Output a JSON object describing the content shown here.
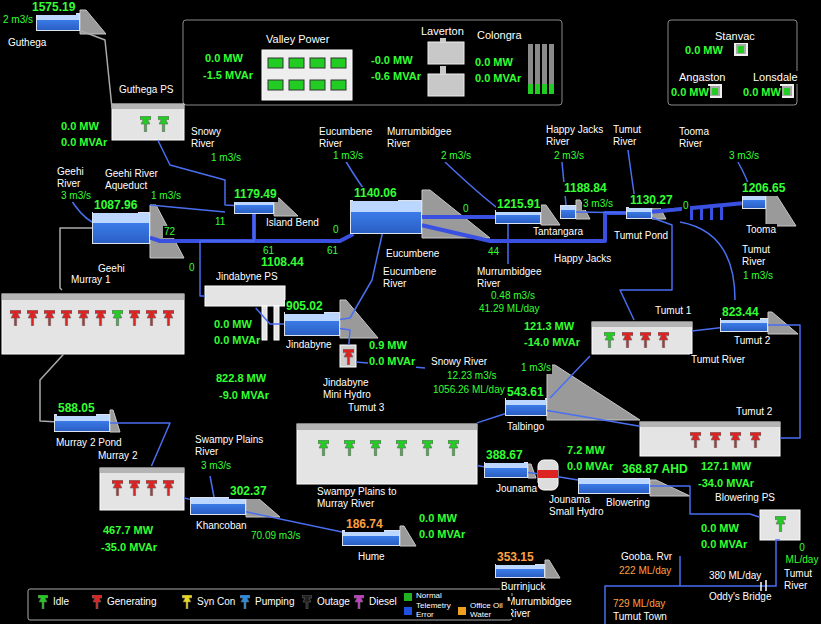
{
  "diagram": {
    "nodes": [
      {
        "text": [
          "1575.19",
          "Guthega"
        ]
      },
      {
        "text": [
          "Valley Power",
          "0.0 MW",
          "-1.5 MVAr"
        ]
      },
      {
        "text": [
          "Laverton",
          "-0.0 MW",
          "-0.6 MVAr"
        ]
      },
      {
        "text": [
          "Colongra",
          "0.0 MW",
          "0.0 MVAr"
        ]
      },
      {
        "text": [
          "Stanvac",
          "0.0 MW"
        ]
      },
      {
        "text": [
          "Angaston",
          "0.0 MW"
        ]
      },
      {
        "text": [
          "Lonsdale",
          "0.0 MW"
        ]
      },
      {
        "text": [
          "Guthega PS",
          "0.0 MW",
          "0.0 MVAr"
        ]
      },
      {
        "text": [
          "1179.49",
          "Island Bend"
        ]
      },
      {
        "text": [
          "1140.06",
          "Eucumbene"
        ]
      },
      {
        "text": [
          "1215.91",
          "Tantangara"
        ]
      },
      {
        "text": [
          "1188.84",
          "Happy Jacks"
        ]
      },
      {
        "text": [
          "1130.27",
          "Tumut Pond"
        ]
      },
      {
        "text": [
          "1206.65",
          "Tooma"
        ]
      },
      {
        "text": [
          "1087.96",
          "Geehi"
        ]
      },
      {
        "text": [
          "1108.44",
          "Jindabyne PS",
          "0.0 MW",
          "0.0 MVAr"
        ]
      },
      {
        "text": [
          "Murray 1",
          "822.8 MW",
          "-9.0 MVAr"
        ]
      },
      {
        "text": [
          "905.02",
          "Jindabyne"
        ]
      },
      {
        "text": [
          "0.9 MW",
          "0.0 MVAr",
          "Jindabyne Mini Hydro"
        ]
      },
      {
        "text": [
          "Tumut 1",
          "121.3 MW",
          "-14.0 MVAr"
        ]
      },
      {
        "text": [
          "823.44",
          "Tumut 2"
        ]
      },
      {
        "text": [
          "588.05",
          "Murray 2 Pond"
        ]
      },
      {
        "text": [
          "Tumut 3",
          "0.0 MW",
          "0.0 MVAr"
        ]
      },
      {
        "text": [
          "543.61",
          "Talbingo"
        ]
      },
      {
        "text": [
          "Tumut 2",
          "127.1 MW",
          "-34.0 MVAr"
        ]
      },
      {
        "text": [
          "Murray 2",
          "467.7 MW",
          "-35.0 MVAr"
        ]
      },
      {
        "text": [
          "302.37",
          "Khancoban"
        ]
      },
      {
        "text": [
          "388.67",
          "Jounama"
        ]
      },
      {
        "text": [
          "7.2 MW",
          "0.0 MVAr",
          "Jounama Small Hydro"
        ]
      },
      {
        "text": [
          "368.87 AHD",
          "Blowering"
        ]
      },
      {
        "text": [
          "Blowering PS",
          "0.0 MW",
          "0.0 MVAr"
        ]
      },
      {
        "text": [
          "186.74",
          "Hume"
        ]
      },
      {
        "text": [
          "353.15",
          "Burrinjuck"
        ]
      }
    ],
    "edges": [
      {
        "from": 0,
        "to": 7,
        "arrow": "none"
      },
      {
        "from": 7,
        "to": 8,
        "arrow": "none"
      },
      {
        "from": 14,
        "to": 8,
        "arrow": "none"
      },
      {
        "from": 8,
        "to": 9,
        "arrow": "none"
      },
      {
        "from": 10,
        "to": 9,
        "arrow": "none"
      },
      {
        "from": 9,
        "to": 12,
        "arrow": "none"
      },
      {
        "from": 11,
        "to": 12,
        "arrow": "none"
      },
      {
        "from": 13,
        "to": 12,
        "arrow": "none"
      },
      {
        "from": 14,
        "to": 16,
        "arrow": "none"
      },
      {
        "from": 8,
        "to": 15,
        "arrow": "none"
      },
      {
        "from": 15,
        "to": 17,
        "arrow": "none"
      },
      {
        "from": 9,
        "to": 17,
        "arrow": "none"
      },
      {
        "from": 17,
        "to": 18,
        "arrow": "none"
      },
      {
        "from": 12,
        "to": 19,
        "arrow": "none"
      },
      {
        "from": 19,
        "to": 20,
        "arrow": "none"
      },
      {
        "from": 20,
        "to": 24,
        "arrow": "none"
      },
      {
        "from": 24,
        "to": 23,
        "arrow": "none"
      },
      {
        "from": 23,
        "to": 22,
        "arrow": "none"
      },
      {
        "from": 22,
        "to": 27,
        "arrow": "none"
      },
      {
        "from": 27,
        "to": 28,
        "arrow": "none"
      },
      {
        "from": 28,
        "to": 29,
        "arrow": "none"
      },
      {
        "from": 29,
        "to": 30,
        "arrow": "none"
      },
      {
        "from": 16,
        "to": 21,
        "arrow": "none"
      },
      {
        "from": 21,
        "to": 25,
        "arrow": "none"
      },
      {
        "from": 25,
        "to": 26,
        "arrow": "none"
      },
      {
        "from": 26,
        "to": 31,
        "arrow": "none"
      }
    ],
    "labels": [
      "2 m3/s",
      "Snowy River",
      "1 m3/s",
      "Eucumbene River",
      "1 m3/s",
      "Murrumbidgee River",
      "2 m3/s",
      "Happy Jacks River",
      "2 m3/s",
      "Tumut River",
      "Tooma River",
      "3 m3/s",
      "Geehi River",
      "3 m3/s",
      "Geehi River Aqueduct",
      "1 m3/s",
      "11",
      "72",
      "61",
      "0",
      "0",
      "61",
      "0",
      "44",
      "3 m3/s",
      "0",
      "Eucumbene River",
      "Snowy River",
      "12.23 m3/s",
      "1056.26 ML/day",
      "Murrumbidgee River",
      "0.48 m3/s",
      "41.29 ML/day",
      "Tumut River",
      "1 m3/s",
      "Tumut River",
      "Swampy Plains River",
      "3 m3/s",
      "70.09 m3/s",
      "Swampy Plains to Murray River",
      "1 m3/s",
      "0 ML/day",
      "Tumut River",
      "Murrumbidgee River",
      "Gooba. Rvr",
      "222 ML/day",
      "380 ML/day",
      "Oddy's Bridge",
      "729 ML/day",
      "Tumut Town"
    ],
    "legend": [
      {
        "text": "Idle",
        "color": "#22cc22"
      },
      {
        "text": "Generating",
        "color": "#dd2222"
      },
      {
        "text": "Syn Con",
        "color": "#e8d820"
      },
      {
        "text": "Pumping",
        "color": "#2a8ae0"
      },
      {
        "text": "Outage",
        "color": "#202020"
      },
      {
        "text": "Diesel",
        "color": "#c040c0"
      },
      {
        "text": "Normal",
        "color": "#20b020"
      },
      {
        "text": "Telemetry Error",
        "color": "#2050e0"
      },
      {
        "text": "Office Oil Water",
        "color": "#f0a020"
      }
    ]
  }
}
